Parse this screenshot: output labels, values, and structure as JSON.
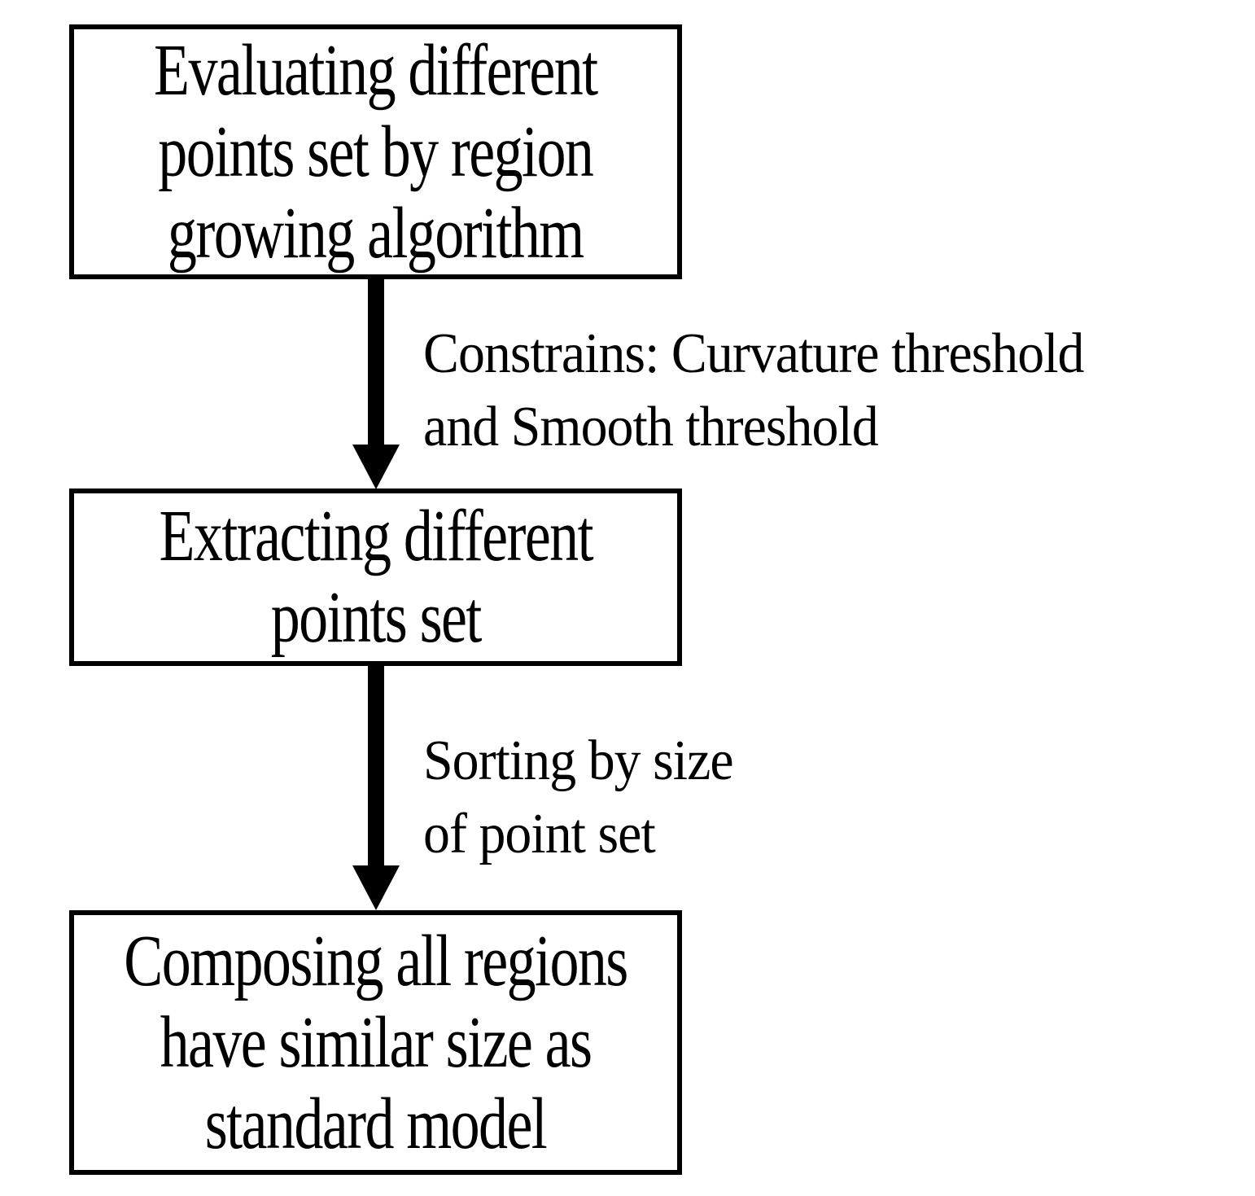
{
  "diagram": {
    "type": "flowchart",
    "background_color": "#ffffff",
    "stroke_color": "#000000",
    "nodes": [
      {
        "id": "evaluating-points-set",
        "text": "Evaluating different points set by region growing algorithm",
        "lines": [
          "Evaluating different",
          "points set by region",
          "growing algorithm"
        ]
      },
      {
        "id": "extracting-points-set",
        "text": "Extracting different points set",
        "lines": [
          "Extracting different",
          "points set"
        ]
      },
      {
        "id": "composing-regions",
        "text": "Composing all regions have similar size as standard model",
        "lines": [
          "Composing all regions",
          "have similar size as",
          "standard model"
        ]
      }
    ],
    "edges": [
      {
        "from": "evaluating-points-set",
        "to": "extracting-points-set",
        "text": "Constrains: Curvature threshold and Smooth threshold",
        "lines": [
          "Constrains: Curvature threshold",
          "and Smooth threshold"
        ]
      },
      {
        "from": "extracting-points-set",
        "to": "composing-regions",
        "text": "Sorting by size of point set",
        "lines": [
          "Sorting by size",
          "of point set"
        ]
      }
    ]
  }
}
